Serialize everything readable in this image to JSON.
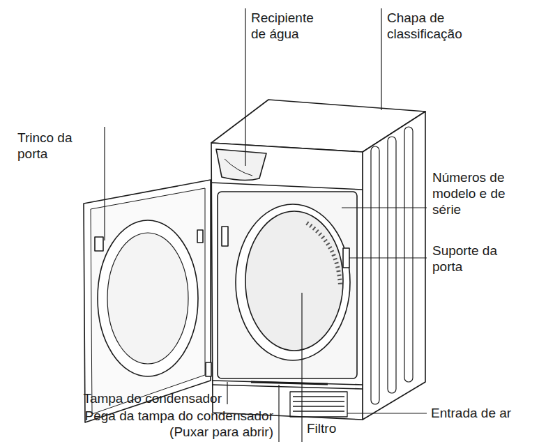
{
  "diagram": {
    "labels": [
      "Recipiente de água",
      "Chapa de classificação",
      "Trinco da porta",
      "Números de modelo e de série",
      "Suporte da porta",
      "Entrada de ar",
      "Tampa do condensador",
      "Pega da tampa do condensador (Puxar para abrir)",
      "Filtro"
    ]
  }
}
